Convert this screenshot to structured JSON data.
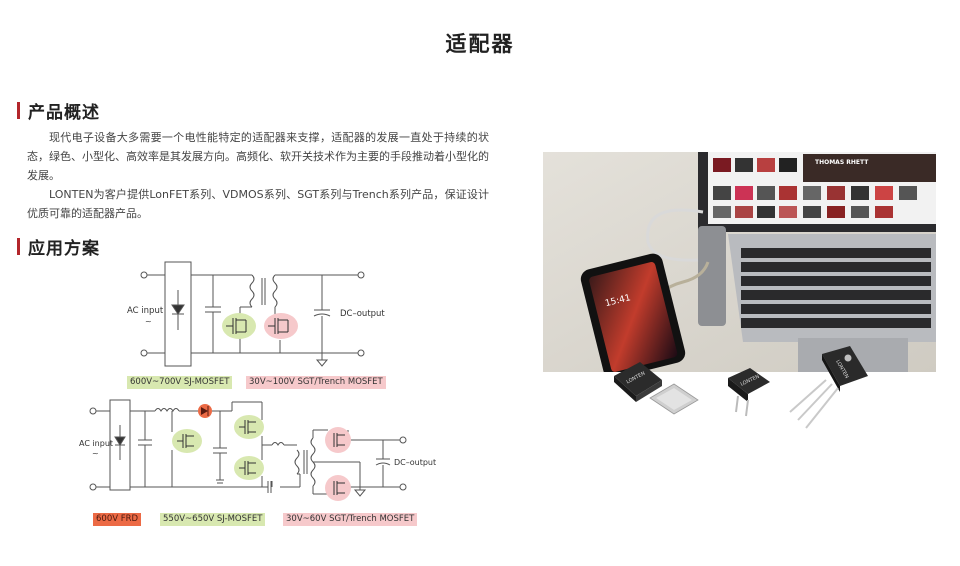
{
  "page": {
    "title": "适配器"
  },
  "sections": {
    "overview": {
      "title": "产品概述"
    },
    "application": {
      "title": "应用方案"
    }
  },
  "intro": {
    "paragraph1": "现代电子设备大多需要一个电性能特定的适配器来支撑，适配器的发展一直处于持续的状态，绿色、小型化、高效率是其发展方向。高频化、软开关技术作为主要的手段推动着小型化的发展。",
    "paragraph2": "LONTEN为客户提供LonFET系列、VDMOS系列、SGT系列与Trench系列产品，保证设计优质可靠的适配器产品。"
  },
  "circuit1": {
    "ac_label": "AC input",
    "ac_symbol": "~",
    "dc_label": "DC–output",
    "tags": [
      "600V~700V  SJ-MOSFET",
      "30V~100V  SGT/Trench MOSFET"
    ]
  },
  "circuit2": {
    "ac_label": "AC input",
    "ac_symbol": "~",
    "dc_label": "DC–output",
    "tags": [
      "600V  FRD",
      "550V~650V  SJ-MOSFET",
      "30V~60V  SGT/Trench MOSFET"
    ]
  },
  "photo": {
    "phone_time": "15:41",
    "screen_banner": "THOMAS RHETT",
    "chip_brand": "LONTEN"
  },
  "colors": {
    "accent": "#b3262b",
    "green_highlight": "#d8e8b0",
    "pink_highlight": "#f6c9cb",
    "orange_highlight": "#ec6a45"
  }
}
